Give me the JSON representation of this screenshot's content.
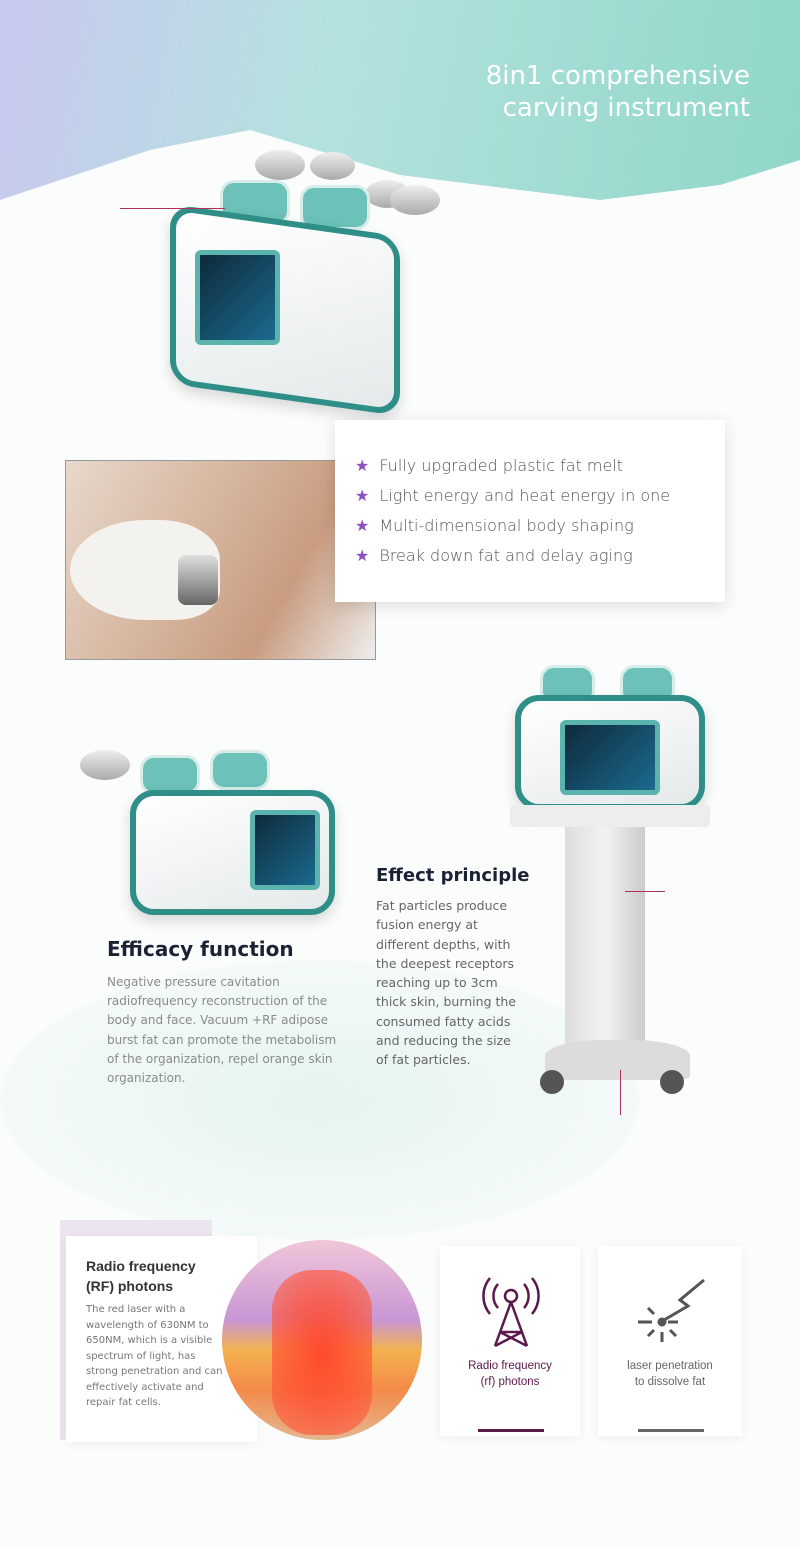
{
  "header": {
    "title_line1": "8in1 comprehensive",
    "title_line2": "carving instrument"
  },
  "features": {
    "items": [
      {
        "icon": "star-icon",
        "label": "Fully upgraded plastic fat melt"
      },
      {
        "icon": "star-icon",
        "label": "Light energy and heat energy in one"
      },
      {
        "icon": "star-icon",
        "label": "Multi-dimensional body shaping"
      },
      {
        "icon": "star-icon",
        "label": "Break down fat and delay aging"
      }
    ]
  },
  "effect": {
    "title": "Effect principle",
    "lines": [
      "Fat particles produce",
      "fusion energy at",
      "different depths, with",
      "the deepest receptors",
      "reaching up to 3cm",
      "thick skin, burning the",
      "consumed fatty acids",
      "and reducing the size",
      "of fat particles."
    ]
  },
  "efficacy": {
    "title": "Efficacy function",
    "lines": [
      "Negative pressure cavitation",
      "radiofrequency reconstruction of the",
      "body and face. Vacuum +RF adipose",
      "burst fat can promote the metabolism",
      "of the organization, repel orange skin",
      "organization."
    ]
  },
  "rf": {
    "title_line1": "Radio frequency",
    "title_line2": "(RF) photons",
    "lines": [
      "The red laser with a",
      "wavelength of 630NM to",
      "650NM, which is a visible",
      "spectrum of light, has",
      "strong penetration and can",
      "effectively activate and",
      "repair fat cells."
    ]
  },
  "icon_cards": [
    {
      "icon": "radio-tower-icon",
      "line1": "Radio frequency",
      "line2": "(rf) photons",
      "bar_color": "#5a1a4a"
    },
    {
      "icon": "laser-icon",
      "line1": "laser penetration",
      "line2": "to dissolve fat",
      "bar_color": "#666666"
    }
  ],
  "colors": {
    "accent": "#8e4fc0",
    "teal": "#2f8f88",
    "arrow": "#b0305a"
  }
}
